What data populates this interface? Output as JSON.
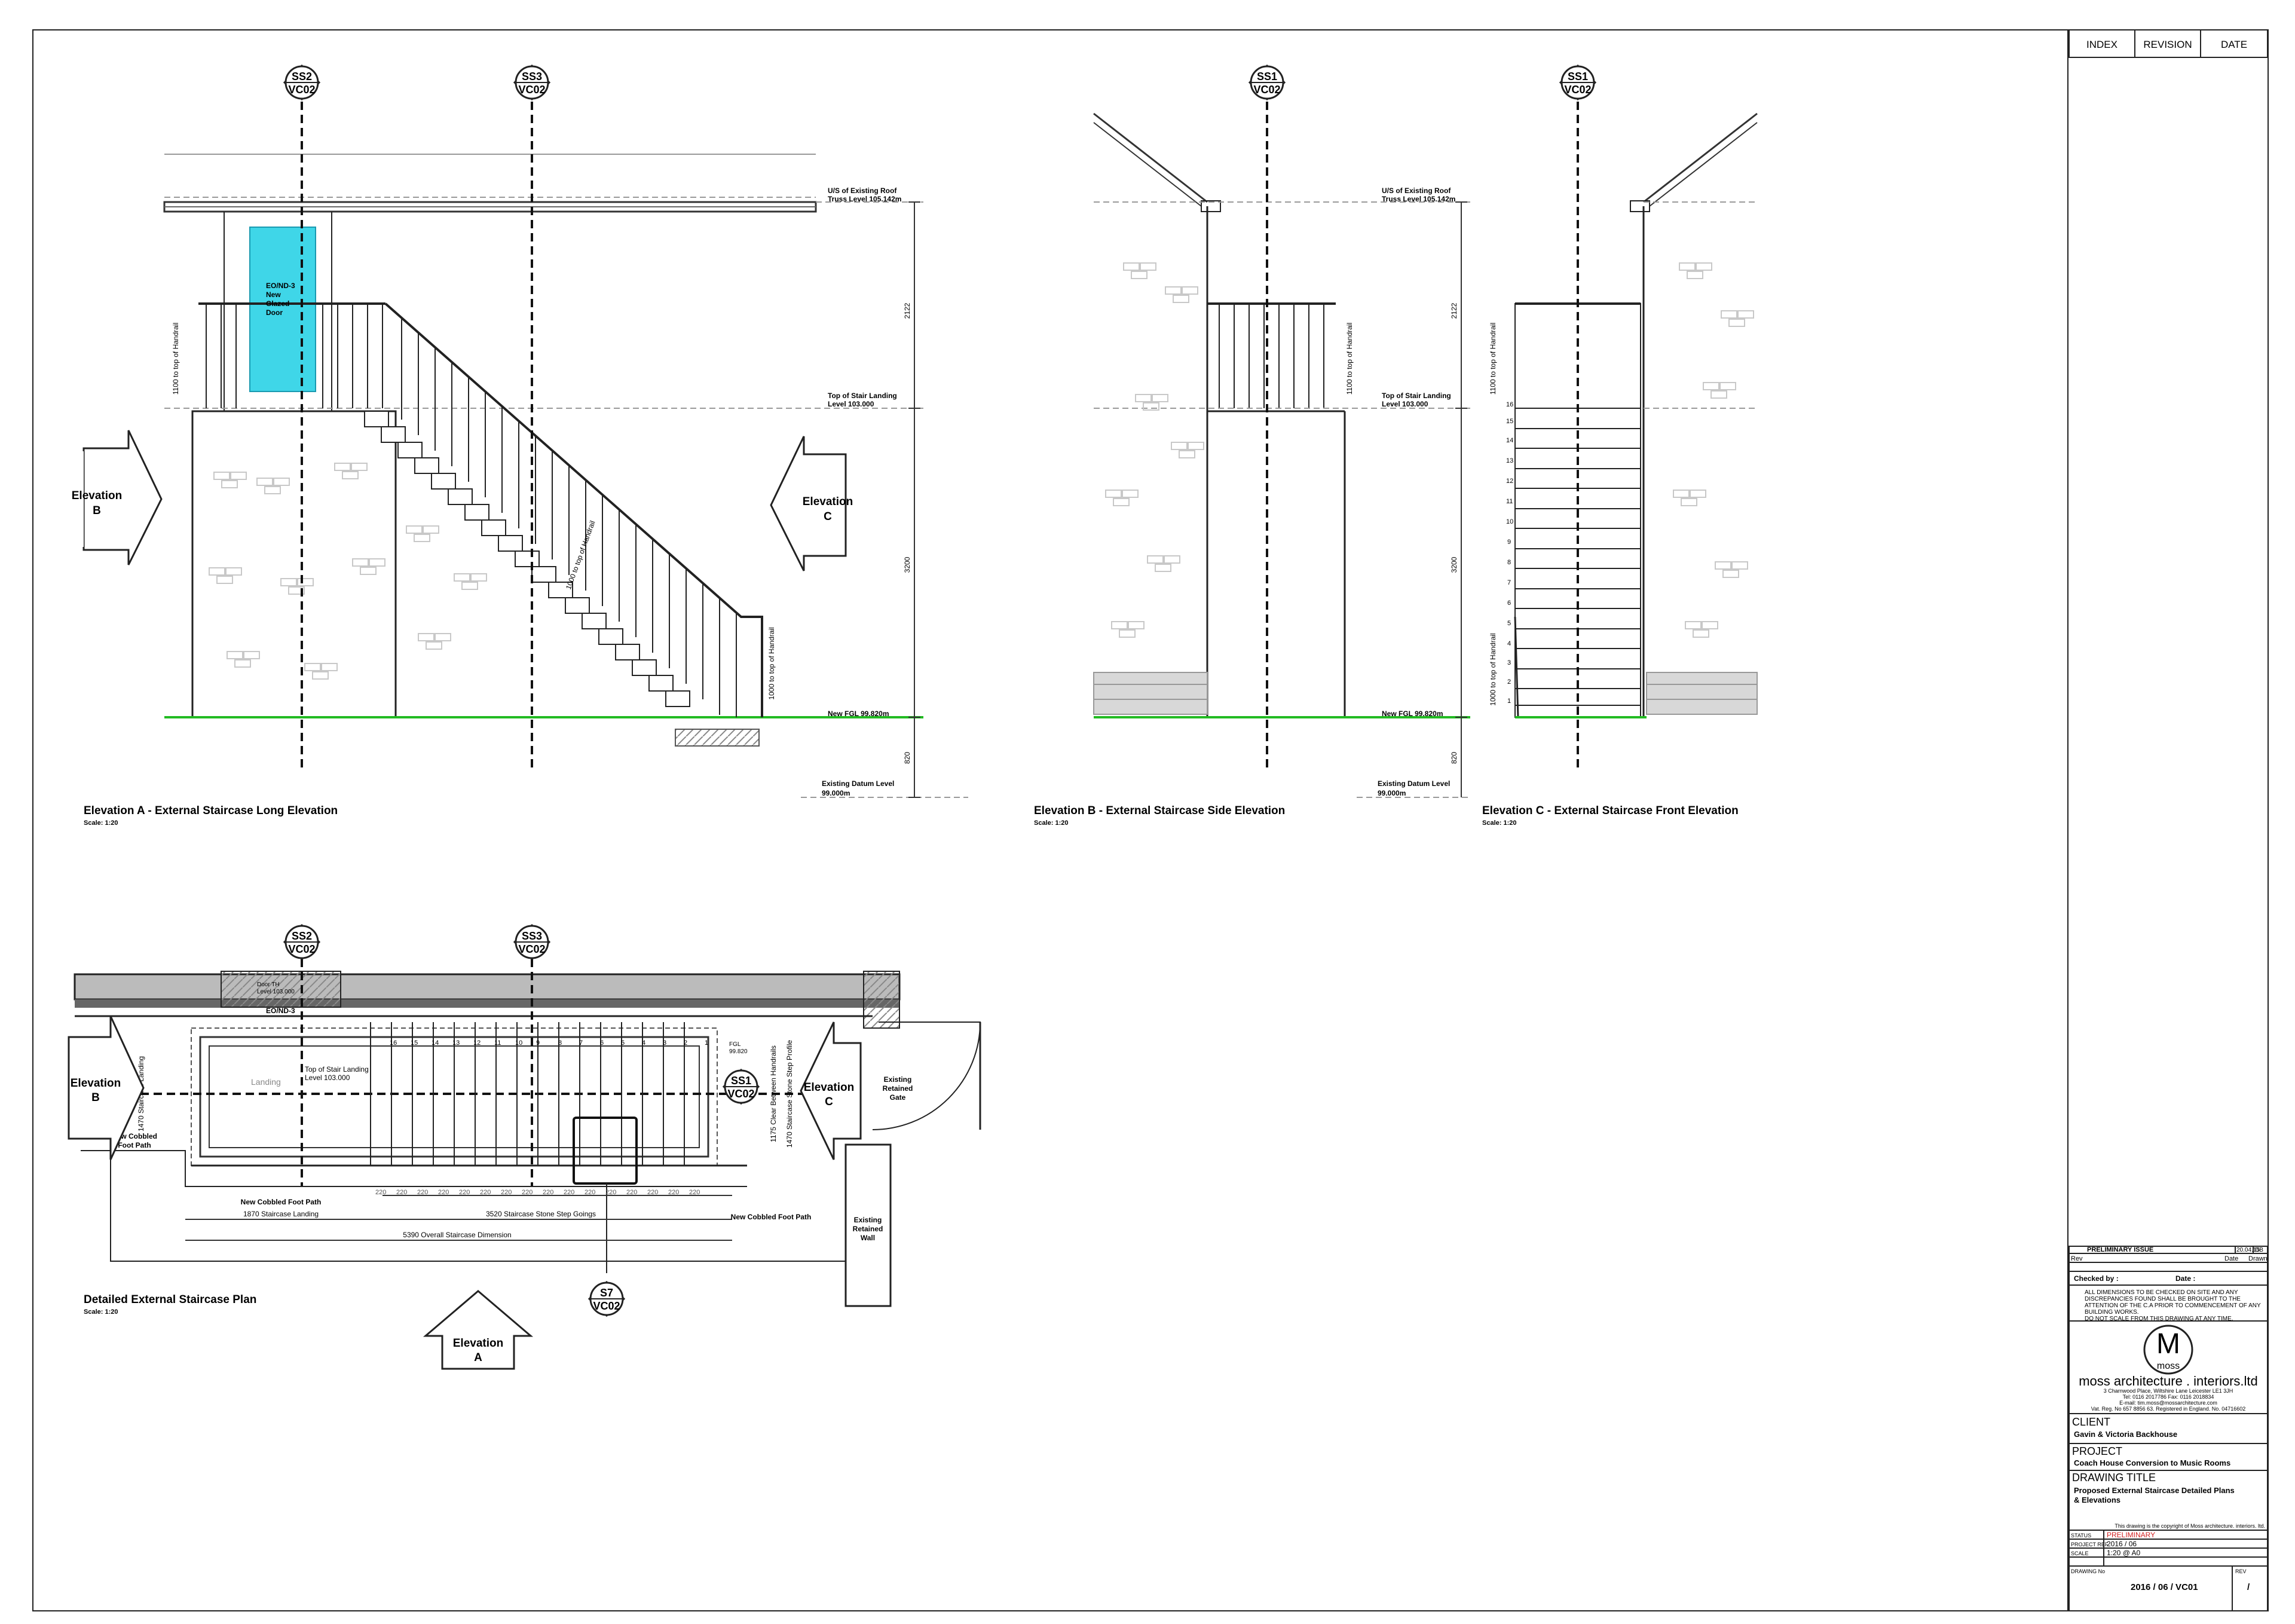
{
  "tabs": {
    "index": "INDEX",
    "revision": "REVISION",
    "date": "DATE"
  },
  "markers": {
    "ss2": {
      "ref": "SS2",
      "sheet": "VC02"
    },
    "ss3": {
      "ref": "SS3",
      "sheet": "VC02"
    },
    "ss1": {
      "ref": "SS1",
      "sheet": "VC02"
    },
    "s7": {
      "ref": "S7",
      "sheet": "VC02"
    }
  },
  "elev_a": {
    "title": "Elevation A - External Staircase Long Elevation",
    "scale": "Scale: 1:20",
    "door_label": [
      "EO/ND-3",
      "New",
      "Glazed",
      "Door"
    ],
    "roof_l1": "U/S of Existing Roof",
    "roof_l2": "Truss Level 105.142m",
    "landing_l1": "Top of Stair Landing",
    "landing_l2": "Level 103.000",
    "fgl": "New FGL 99.820m",
    "datum_l1": "Existing Datum Level",
    "datum_l2": "99.000m",
    "dim_2122": "2122",
    "dim_3200": "3200",
    "dim_820": "820",
    "handrail_1100": "1100 to top of Handrail",
    "handrail_1000_a": "1000 to top of Handrail",
    "handrail_1000_b": "1000 to top of Handrail",
    "arrow_b": [
      "Elevation",
      "B"
    ],
    "arrow_c": [
      "Elevation",
      "C"
    ]
  },
  "elev_b": {
    "title": "Elevation B - External Staircase Side Elevation",
    "scale": "Scale: 1:20",
    "roof_l1": "U/S of Existing Roof",
    "roof_l2": "Truss Level 105.142m",
    "landing_l1": "Top of Stair Landing",
    "landing_l2": "Level 103.000",
    "fgl": "New FGL 99.820m",
    "datum_l1": "Existing Datum Level",
    "datum_l2": "99.000m",
    "dim_2122": "2122",
    "dim_3200": "3200",
    "dim_820": "820",
    "handrail_1100": "1100 to top of Handrail"
  },
  "elev_c": {
    "title": "Elevation C - External Staircase Front Elevation",
    "scale": "Scale: 1:20",
    "handrail_1100": "1100 to top of Handrail",
    "handrail_1000": "1000 to top of Handrail",
    "step_numbers": [
      "1",
      "2",
      "3",
      "4",
      "5",
      "6",
      "7",
      "8",
      "9",
      "10",
      "11",
      "12",
      "13",
      "14",
      "15",
      "16"
    ]
  },
  "plan": {
    "title": "Detailed External Staircase Plan",
    "scale": "Scale: 1:20",
    "door_th_l1": "Door TH",
    "door_th_l2": "Level 103.000",
    "door_code": "EO/ND-3",
    "landing": "Landing",
    "top_landing_l1": "Top of Stair Landing",
    "top_landing_l2": "Level 103.000",
    "fgl_l1": "FGL",
    "fgl_l2": "99.820",
    "cobbled_left": [
      "New Cobbled",
      "Foot Path"
    ],
    "cobbled_mid": "New Cobbled Foot Path",
    "cobbled_right": "New Cobbled Foot Path",
    "gate": [
      "Existing",
      "Retained",
      "Gate"
    ],
    "wall": [
      "Existing",
      "Retained",
      "Wall"
    ],
    "dim_1870": "1870 Staircase Landing",
    "dim_3520": "3520 Staircase Stone Step Goings",
    "dim_5390": "5390 Overall Staircase Dimension",
    "dim_1470_v": "1470 Staircase Landing",
    "dim_1175": "1175 Clear Between Handrails",
    "dim_1470_profile": "1470 Staircase Stone Step Profile",
    "going": "220",
    "step_numbers": [
      "16",
      "15",
      "14",
      "13",
      "12",
      "11",
      "10",
      "9",
      "8",
      "7",
      "6",
      "5",
      "4",
      "3",
      "2",
      "1"
    ],
    "arrow_a": [
      "Elevation",
      "A"
    ],
    "arrow_b": [
      "Elevation",
      "B"
    ],
    "arrow_c": [
      "Elevation",
      "C"
    ]
  },
  "title_block": {
    "issue": "PRELIMINARY ISSUE",
    "issue_date": "20.04.15",
    "issue_by": "DB",
    "rev": "Rev",
    "date": "Date",
    "drawn": "Drawn",
    "checked_by": "Checked by :",
    "checked_date": "Date :",
    "notes": [
      "ALL DIMENSIONS TO BE CHECKED ON SITE AND ANY",
      "DISCREPANCIES FOUND SHALL BE BROUGHT TO THE",
      "ATTENTION OF THE C.A PRIOR TO COMMENCEMENT OF ANY",
      "BUILDING WORKS.",
      "DO NOT SCALE FROM THIS DRAWING AT ANY TIME."
    ],
    "logo_letter": "M",
    "logo_word": "moss",
    "company": "moss architecture . interiors.ltd",
    "address": [
      "3 Charnwood Place, Wiltshire Lane Leicester LE1 3JH",
      "Tel: 0116 2017786  Fax: 0116 2018834",
      "E-mail: tim.moss@mossarchitecture.com",
      "Vat. Reg. No 657 8856 63. Registered in England. No. 04716602"
    ],
    "client_h": "CLIENT",
    "client": "Gavin & Victoria Backhouse",
    "project_h": "PROJECT",
    "project": "Coach House Conversion to Music Rooms",
    "title_h": "DRAWING TITLE",
    "title_l1": "Proposed External Staircase Detailed Plans",
    "title_l2": "& Elevations",
    "copyright": "This drawing is the copyright of Moss architecture. interiors. ltd.",
    "status_h": "STATUS",
    "status": "PRELIMINARY",
    "ref_h": "PROJECT REF",
    "ref": "2016 / 06",
    "scale_h": "SCALE",
    "scale": "1:20 @ A0",
    "dwg_h": "DRAWING No",
    "dwg": "2016 / 06 / VC01",
    "rev_h": "REV",
    "rev_val": "/"
  },
  "colors": {
    "glazing": "#3fd6e8",
    "ground": "#22bb22",
    "status": "#d22222"
  }
}
